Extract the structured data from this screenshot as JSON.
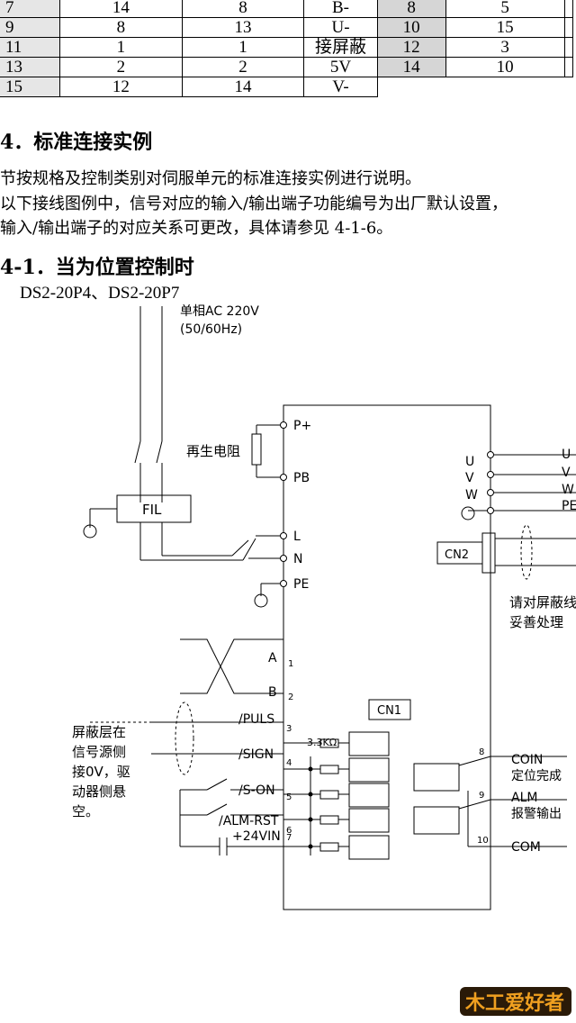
{
  "pin_table": {
    "rows": [
      [
        "7",
        "14",
        "8",
        "B-",
        "8",
        "5"
      ],
      [
        "9",
        "8",
        "13",
        "U-",
        "10",
        "15"
      ],
      [
        "11",
        "1",
        "1",
        "接屏蔽",
        "12",
        "3"
      ],
      [
        "13",
        "2",
        "2",
        "5V",
        "14",
        "10"
      ],
      [
        "15",
        "12",
        "14",
        "V-"
      ]
    ]
  },
  "section4": {
    "title": "4．标准连接实例",
    "para1": "节按规格及控制类别对伺服单元的标准连接实例进行说明。",
    "para2": "以下接线图例中，信号对应的输入/输出端子功能编号为出厂默认设置，",
    "para3": "输入/输出端子的对应关系可更改，具体请参见 4-1-6。"
  },
  "section41": {
    "title": "4-1．当为位置控制时",
    "model": "DS2-20P4、DS2-20P7"
  },
  "diagram": {
    "power_label_1": "单相AC 220V",
    "power_label_2": "(50/60Hz)",
    "regen_resistor": "再生电阻",
    "filter": "FIL",
    "terminals": {
      "p_plus": "P+",
      "pb": "PB",
      "l": "L",
      "n": "N",
      "pe": "PE"
    },
    "motor_left": {
      "u": "U",
      "v": "V",
      "w": "W"
    },
    "motor_right": {
      "u": "U",
      "v": "V",
      "w": "W",
      "pe": "PE"
    },
    "cn2": "CN2",
    "shield_note_1": "请对屏蔽线",
    "shield_note_2": "妥善处理",
    "cn1": "CN1",
    "resistor": "3.3KΩ",
    "shield_side_note": [
      "屏蔽层在",
      "信号源侧",
      "接0V，驱",
      "动器侧悬",
      "空。"
    ],
    "inputs": [
      {
        "label": "A",
        "pin": "1"
      },
      {
        "label": "B",
        "pin": "2"
      },
      {
        "label": "/PULS",
        "pin": "3"
      },
      {
        "label": "/SIGN",
        "pin": "4"
      },
      {
        "label": "/S-ON",
        "pin": "5"
      },
      {
        "label": "/ALM-RST",
        "pin": "6"
      },
      {
        "label": "+24VIN",
        "pin": "7"
      }
    ],
    "outputs": [
      {
        "pin": "8",
        "label": "COIN",
        "desc": "定位完成"
      },
      {
        "pin": "9",
        "label": "ALM",
        "desc": "报警输出"
      },
      {
        "pin": "10",
        "label": "COM",
        "desc": ""
      }
    ]
  },
  "logo": {
    "text": "木工爱好者"
  }
}
